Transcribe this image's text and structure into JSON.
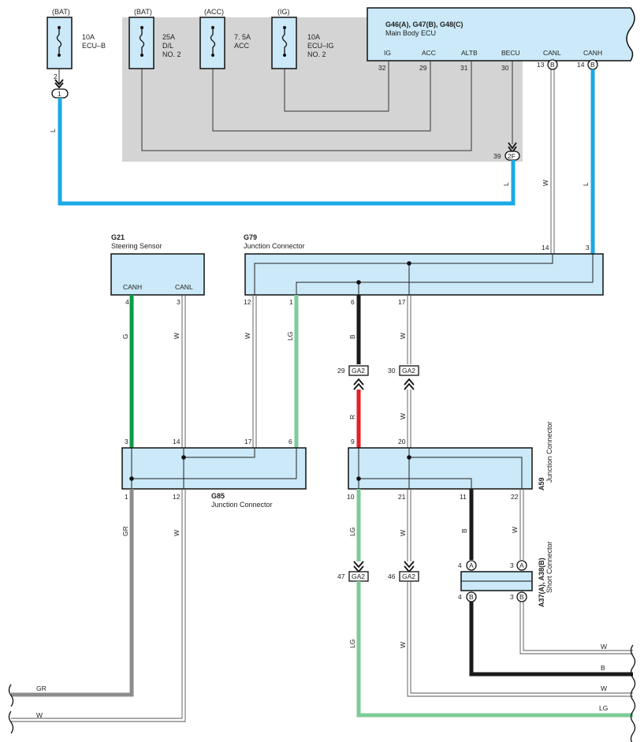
{
  "colors": {
    "blue": "#1ba9e6",
    "green": "#0a9b4a",
    "light_green": "#7dcb98",
    "gray": "#8c8c8c",
    "red": "#e51e25",
    "black": "#1a1a1a",
    "component_fill": "#cbe9f8",
    "shade": "#d4d4d4"
  },
  "fuses": [
    {
      "source": "(BAT)",
      "rating": "10A",
      "name_lines": [
        "ECU–B"
      ]
    },
    {
      "source": "(BAT)",
      "rating": "25A",
      "name_lines": [
        "D/L",
        "NO. 2"
      ]
    },
    {
      "source": "(ACC)",
      "rating": "7. 5A",
      "name_lines": [
        "ACC"
      ]
    },
    {
      "source": "(IG)",
      "rating": "10A",
      "name_lines": [
        "ECU–IG",
        "NO. 2"
      ]
    }
  ],
  "ecu": {
    "code": "G46(A), G47(B), G48(C)",
    "name": "Main Body ECU",
    "terminals": [
      "IG",
      "ACC",
      "ALTB",
      "BECU",
      "CANL",
      "CANH"
    ],
    "pins": [
      "32",
      "29",
      "31",
      "30",
      "13",
      "14"
    ],
    "pin_connectors": [
      "B",
      "B"
    ]
  },
  "g21": {
    "code": "G21",
    "name": "Steering Sensor",
    "terminals": [
      "CANH",
      "CANL"
    ],
    "pins": [
      "4",
      "3"
    ]
  },
  "g79": {
    "code": "G79",
    "name": "Junction Connector",
    "top_pins": [
      "14",
      "3"
    ],
    "bottom_pins": [
      "12",
      "1",
      "6",
      "17"
    ]
  },
  "g85": {
    "code": "G85",
    "name": "Junction Connector",
    "top_pins": [
      "3",
      "14",
      "17",
      "6"
    ],
    "bottom_pins": [
      "1",
      "12"
    ]
  },
  "a59": {
    "code": "A59",
    "name": "Junction Connector",
    "top_pins": [
      "9",
      "20"
    ],
    "bottom_pins": [
      "10",
      "21",
      "11",
      "22"
    ]
  },
  "a37": {
    "code": "A37(A), A38(B)",
    "name": "Short Connector",
    "top_pins": [
      "4",
      "3"
    ],
    "bottom_pins": [
      "4",
      "3"
    ],
    "top_conn": "A",
    "bottom_conn": "B"
  },
  "inline_connectors": [
    {
      "pin": "29",
      "name": "GA2"
    },
    {
      "pin": "30",
      "name": "GA2"
    },
    {
      "pin": "47",
      "name": "GA2"
    },
    {
      "pin": "46",
      "name": "GA2"
    }
  ],
  "fuse_pin": {
    "pin": "2",
    "junction": "1"
  },
  "becu_junction": {
    "pin": "39",
    "name": "2F"
  },
  "wire_colors": {
    "bat_feed": "L",
    "canl_ecu": "W",
    "canh_ecu": "L",
    "g21_canh": "G",
    "g21_canl": "W",
    "g79_12": "W",
    "g79_1": "LG",
    "g79_6": "B",
    "g79_17": "W",
    "ga2_29_down": "R",
    "ga2_30_down": "W",
    "g85_1": "GR",
    "g85_12": "W",
    "a59_10": "LG",
    "a59_21": "W",
    "a59_11": "B",
    "a59_22": "W",
    "ga2_47_down": "LG",
    "ga2_46_down": "W"
  },
  "exit_labels": [
    "GR",
    "W",
    "W",
    "B",
    "W",
    "LG"
  ]
}
